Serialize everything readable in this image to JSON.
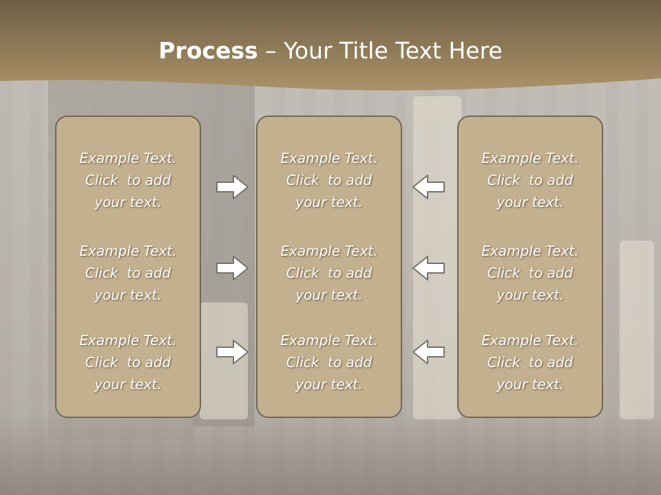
{
  "slide": {
    "title_bold": "Process",
    "title_rest": " – Your Title Text Here"
  },
  "panels": [
    {
      "blocks": [
        {
          "line1": "Example Text.",
          "line2": "Click  to add",
          "line3": "your text."
        },
        {
          "line1": "Example Text.",
          "line2": "Click  to add",
          "line3": "your text."
        },
        {
          "line1": "Example Text.",
          "line2": "Click  to add",
          "line3": "your text."
        }
      ]
    },
    {
      "blocks": [
        {
          "line1": "Example Text.",
          "line2": "Click  to add",
          "line3": "your text."
        },
        {
          "line1": "Example Text.",
          "line2": "Click  to add",
          "line3": "your text."
        },
        {
          "line1": "Example Text.",
          "line2": "Click  to add",
          "line3": "your text."
        }
      ]
    },
    {
      "blocks": [
        {
          "line1": "Example Text.",
          "line2": "Click  to add",
          "line3": "your text."
        },
        {
          "line1": "Example Text.",
          "line2": "Click  to add",
          "line3": "your text."
        },
        {
          "line1": "Example Text.",
          "line2": "Click  to add",
          "line3": "your text."
        }
      ]
    }
  ],
  "arrows": {
    "left_column": "arrow-right-icon",
    "right_column": "arrow-left-icon"
  },
  "colors": {
    "banner_top": "#6e5e44",
    "banner_bottom": "#a88f68",
    "panel_fill": "#c3b08e",
    "panel_border": "#6f6657",
    "text": "#ffffff"
  }
}
